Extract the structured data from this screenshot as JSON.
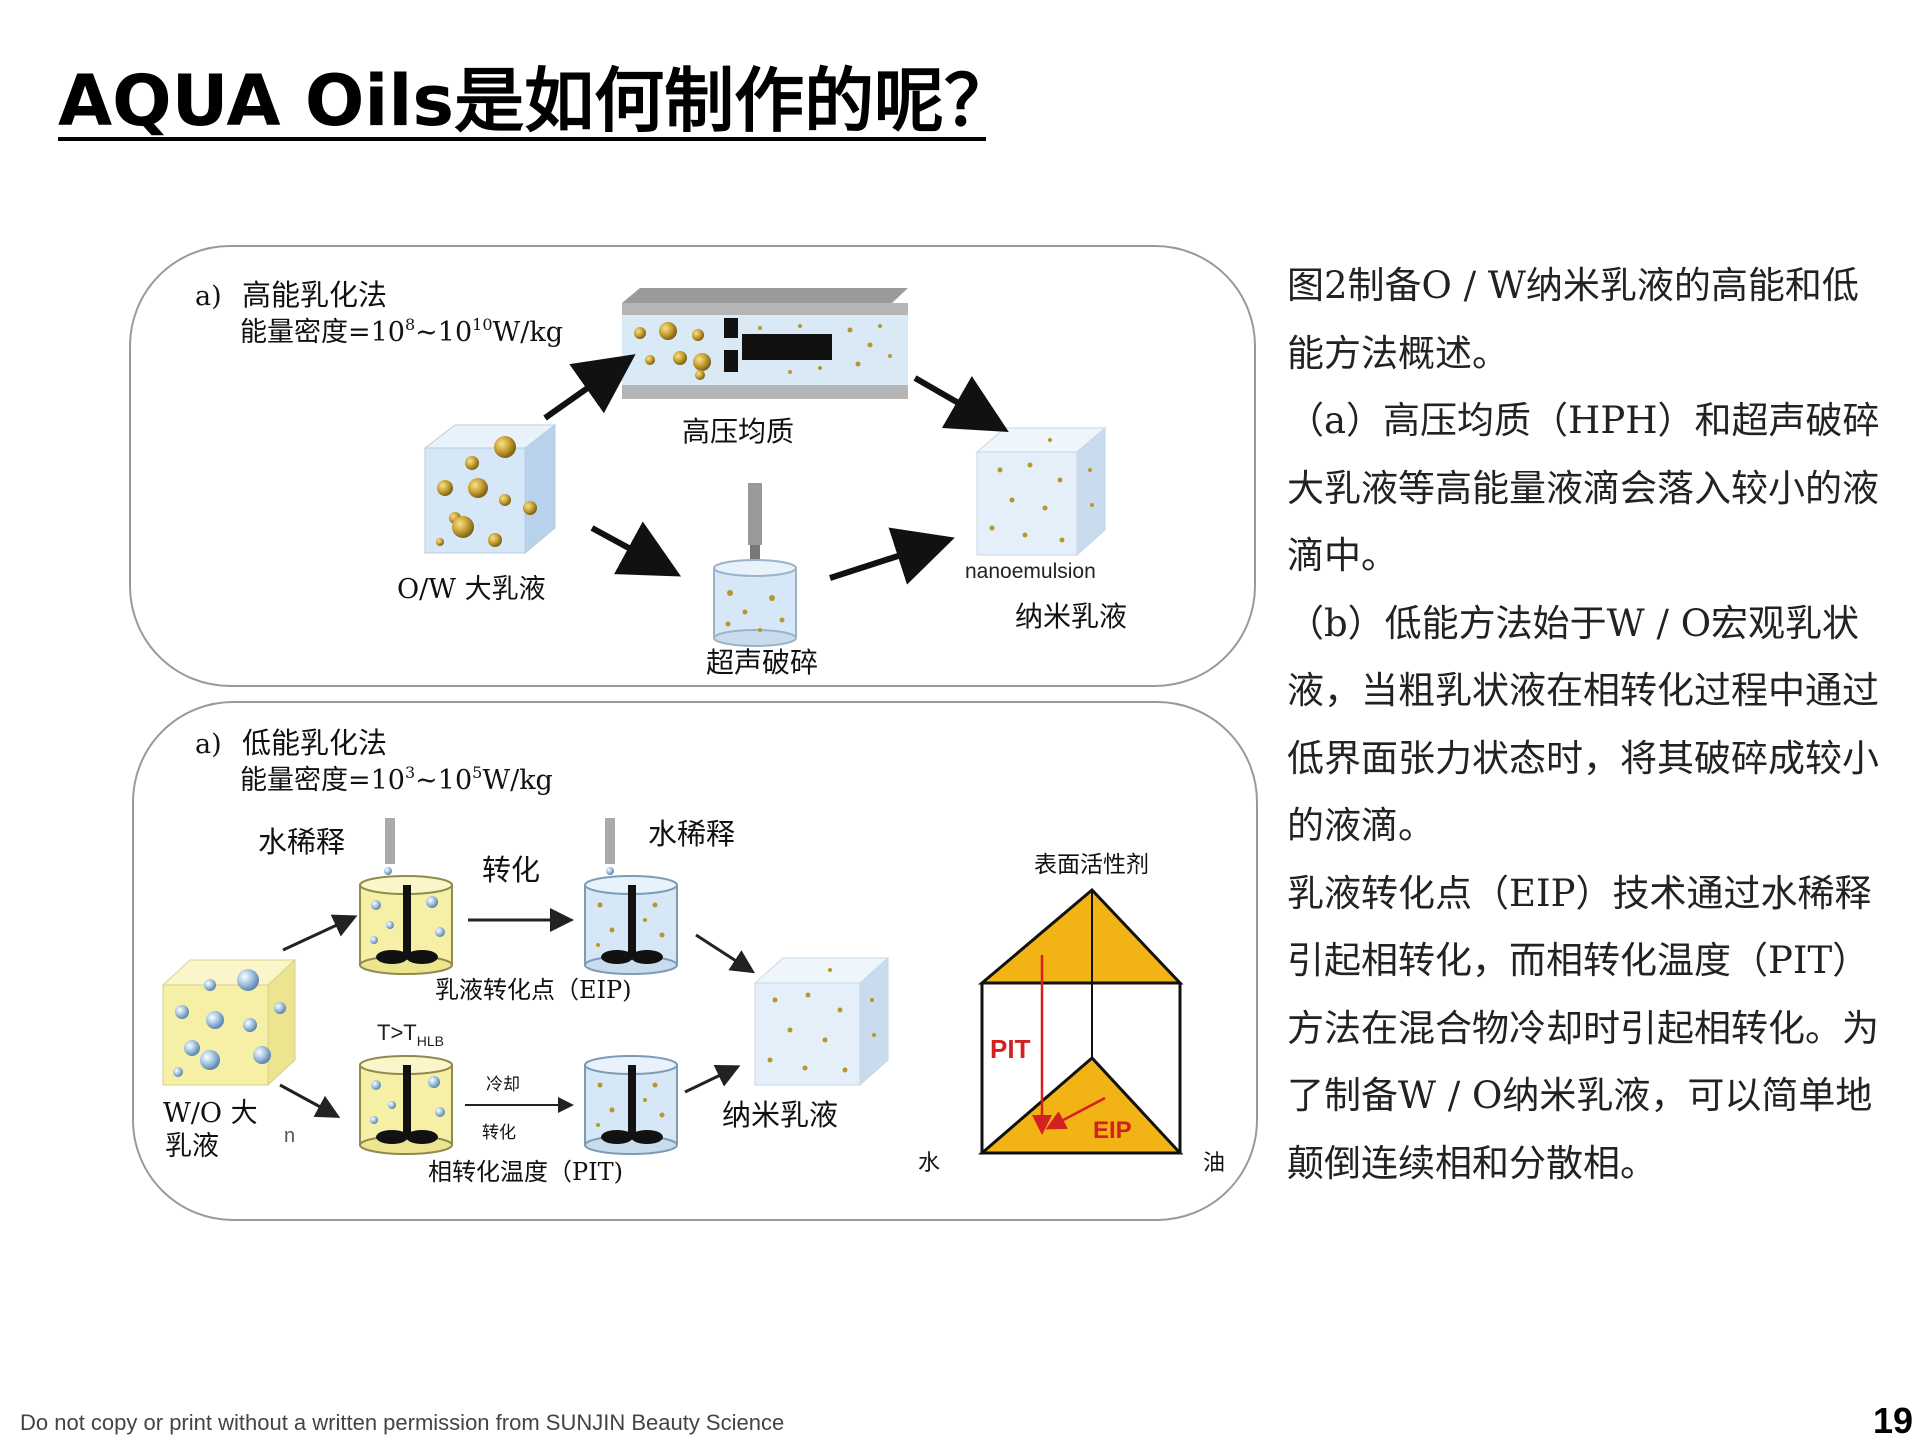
{
  "slide": {
    "title": "AQUA Oils是如何制作的呢？",
    "footer": "Do not copy or print without a written permission from SUNJIN Beauty Science",
    "page_number": "19"
  },
  "high_energy": {
    "label_a": "a)",
    "method": "高能乳化法",
    "density_prefix": "能量密度=10",
    "density_exp1": "8",
    "density_mid": "~10",
    "density_exp2": "10",
    "density_unit": "W/kg",
    "hph_label": "高压均质",
    "ultrasonic_label": "超声破碎",
    "macro_label": "O/W 大乳液",
    "nano_en_label": "nanoemulsion",
    "nano_label": "纳米乳液"
  },
  "low_energy": {
    "label_a": "a)",
    "method": "低能乳化法",
    "density_prefix": "能量密度=10",
    "density_exp1": "3",
    "density_mid": "~10",
    "density_exp2": "5",
    "density_unit": "W/kg",
    "dilution_left": "水稀释",
    "dilution_right": "水稀释",
    "conversion": "转化",
    "eip_label": "乳液转化点（EIP)",
    "temp_label_main": "T>T",
    "temp_label_sub": "HLB",
    "cooling": "冷却",
    "conversion_small": "转化",
    "pit_label": "相转化温度（PIT)",
    "wo_label_line1": "W/O 大",
    "wo_label_line2": "乳液",
    "stray_n": "n",
    "nano_label": "纳米乳液",
    "triangle_top": "表面活性剂",
    "triangle_left": "水",
    "triangle_right": "油",
    "pit_arrow": "PIT",
    "eip_arrow": "EIP"
  },
  "description": [
    "图2制备O / W纳米乳液的高能和低能方法概述。",
    "（a）高压均质（HPH）和超声破碎大乳液等高能量液滴会落入较小的液滴中。",
    "（b）低能方法始于W / O宏观乳状液，当粗乳状液在相转化过程中通过低界面张力状态时，将其破碎成较小的液滴。",
    "乳液转化点（EIP）技术通过水稀释引起相转化，而相转化温度（PIT）方法在混合物冷却时引起相转化。为了制备W / O纳米乳液，可以简单地颠倒连续相和分散相。"
  ],
  "colors": {
    "gold_droplet": "#b8962a",
    "water_blue": "#d6e8f7",
    "oil_yellow": "#f6f0a6",
    "triangle_fill": "#f2b415",
    "arrow_red": "#d42020"
  }
}
